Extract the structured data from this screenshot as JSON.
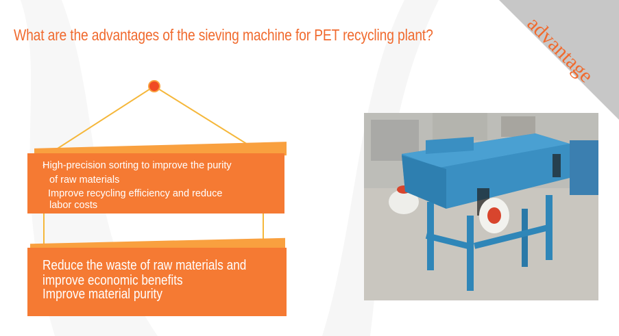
{
  "title": "What are the advantages of the sieving machine for PET recycling plant?",
  "corner_label": "advantage",
  "sign_top": {
    "lines": [
      "High-precision sorting to improve the purity",
      "of raw materials",
      "Improve recycling efficiency and reduce",
      " labor costs"
    ]
  },
  "sign_bottom": {
    "lines": [
      "Reduce the waste of raw materials and",
      "improve economic benefits",
      "Improve material purity"
    ]
  },
  "colors": {
    "accent": "#f06a2e",
    "sign": "#f57a33",
    "sign_back": "#f9a03f",
    "string": "#f5b73a",
    "corner": "#c7c7c7",
    "machine": "#2f86b8"
  },
  "icons": [
    "hanging-pin-icon"
  ]
}
